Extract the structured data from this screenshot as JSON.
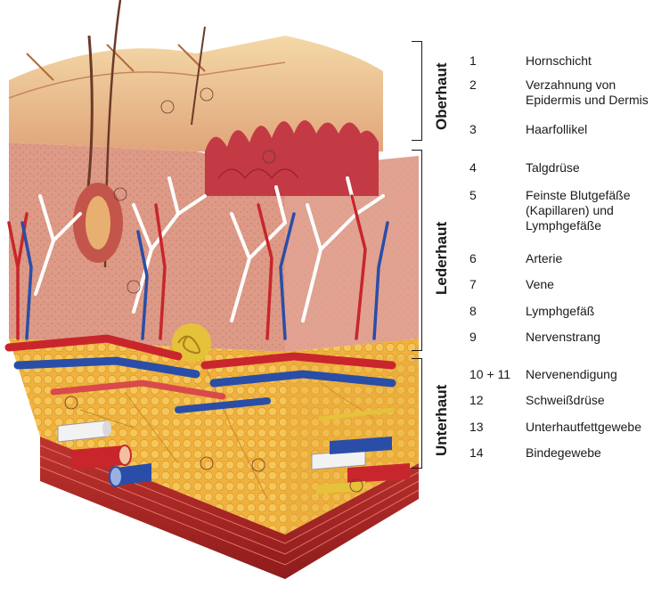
{
  "layers": [
    {
      "id": "oberhaut",
      "title": "Oberhaut"
    },
    {
      "id": "lederhaut",
      "title": "Lederhaut"
    },
    {
      "id": "unterhaut",
      "title": "Unterhaut"
    }
  ],
  "legend": [
    {
      "num": "1",
      "label": "Hornschicht"
    },
    {
      "num": "2",
      "label": "Verzahnung von Epidermis und Dermis"
    },
    {
      "num": "3",
      "label": "Haarfollikel"
    },
    {
      "num": "4",
      "label": "Talgdrüse"
    },
    {
      "num": "5",
      "label": "Feinste Blutgefäße (Kapillaren) und Lymphgefäße"
    },
    {
      "num": "6",
      "label": "Arterie"
    },
    {
      "num": "7",
      "label": "Vene"
    },
    {
      "num": "8",
      "label": "Lymphgefäß"
    },
    {
      "num": "9",
      "label": "Nervenstrang"
    },
    {
      "num": "10 + 11",
      "label": "Nervenendigung"
    },
    {
      "num": "12",
      "label": "Schweißdrüse"
    },
    {
      "num": "13",
      "label": "Unterhautfettgewebe"
    },
    {
      "num": "14",
      "label": "Bindegewebe"
    }
  ],
  "colors": {
    "epidermis": "#e9b98c",
    "dermis": "#d9897a",
    "fat": "#f0b23e",
    "artery": "#c8262c",
    "vein": "#2a4ea8",
    "lymph": "#ffffff",
    "nerve": "#e6c23a"
  }
}
